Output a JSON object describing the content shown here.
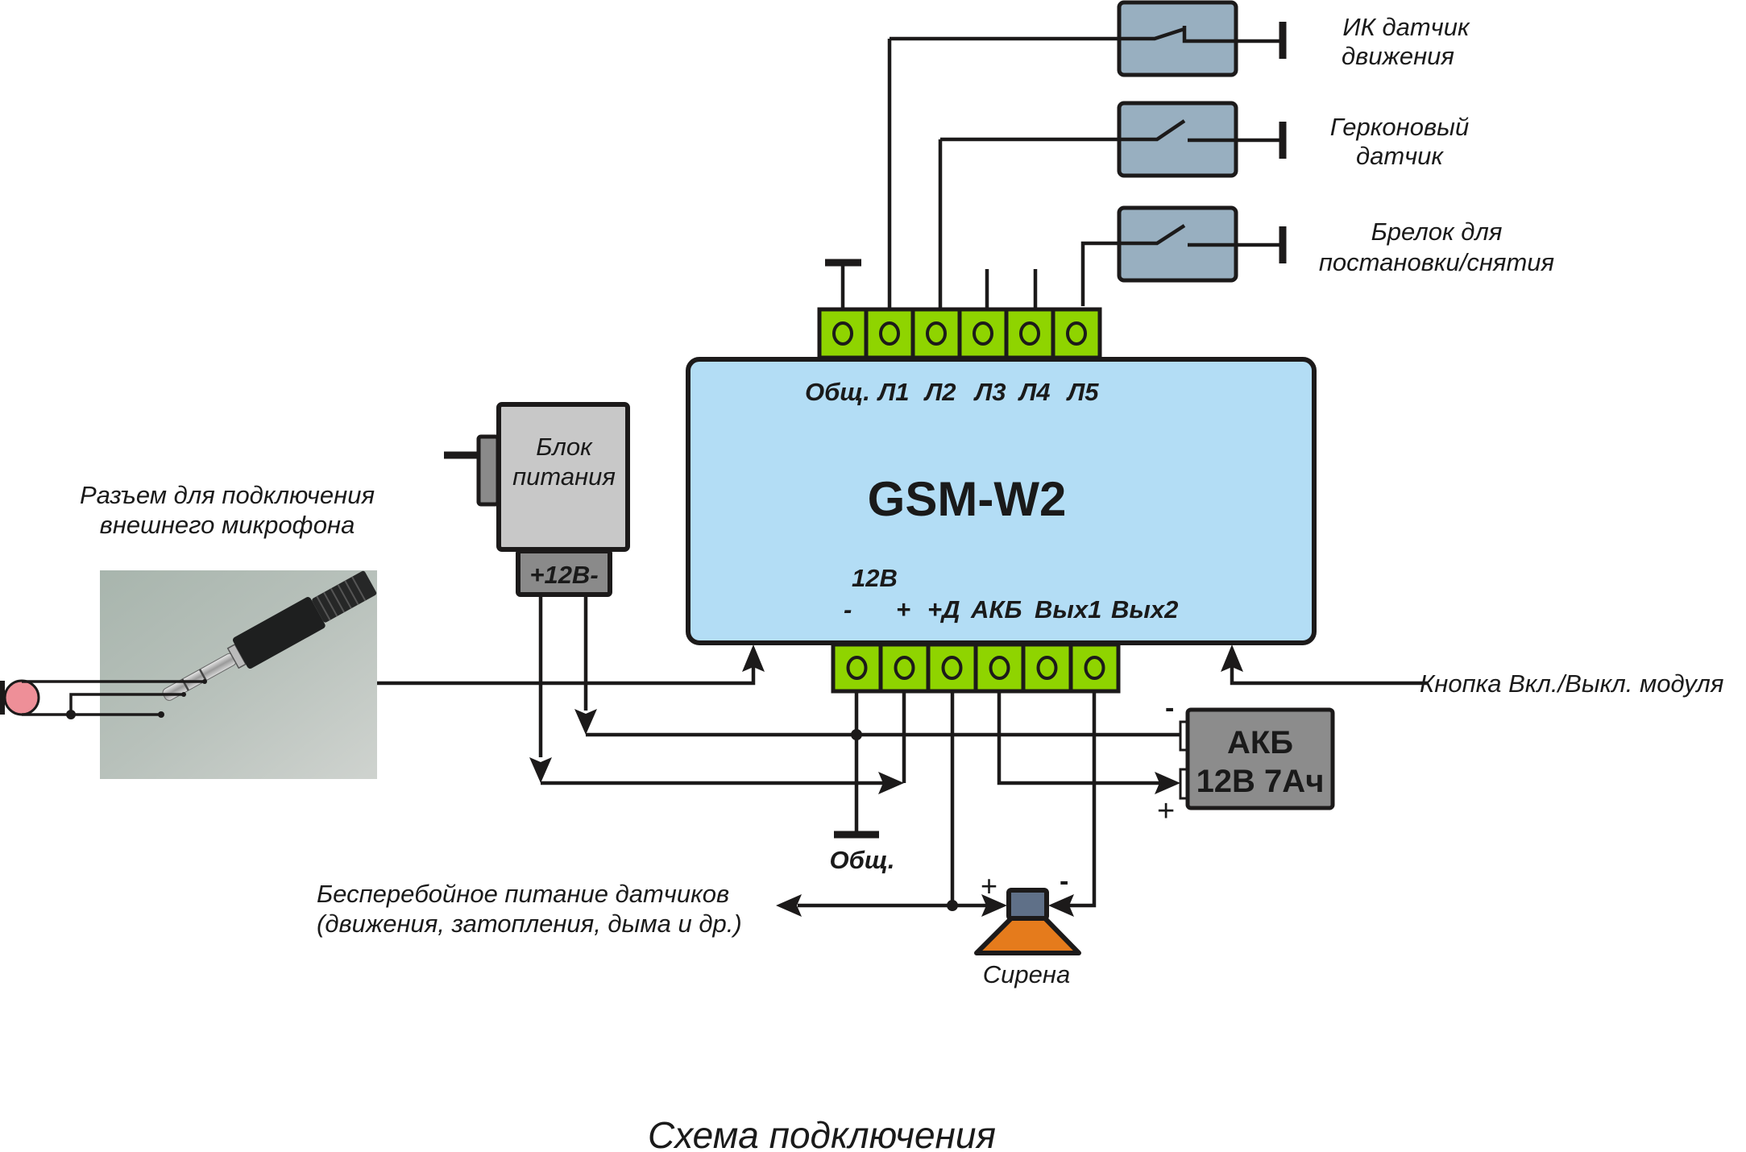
{
  "caption": "Схема подключения",
  "module": {
    "title": "GSM-W2",
    "top_terminals": [
      "Общ.",
      "Л1",
      "Л2",
      "Л3",
      "Л4",
      "Л5"
    ],
    "bottom_label_top": "12В",
    "bottom_terminals": [
      "-",
      "+",
      "+Д",
      "АКБ",
      "Вых1",
      "Вых2"
    ]
  },
  "sensors": [
    {
      "line1": "ИК датчик",
      "line2": "движения",
      "type": "pir"
    },
    {
      "line1": "Герконовый",
      "line2": "датчик",
      "type": "reed"
    },
    {
      "line1": "Брелок для",
      "line2": "постановки/снятия",
      "type": "keyfob"
    }
  ],
  "power_supply": {
    "line1": "Блок",
    "line2": "питания",
    "output_label": "+12В-"
  },
  "microphone": {
    "line1": "Разъем для подключения",
    "line2": "внешнего микрофона"
  },
  "battery": {
    "line1": "АКБ",
    "line2": "12В 7Ач",
    "minus": "-",
    "plus": "+"
  },
  "ground_label": "Общ.",
  "siren": {
    "label": "Сирена",
    "plus": "+",
    "minus": "-"
  },
  "ups_label": {
    "line1": "Бесперебойное питание датчиков",
    "line2": "(движения, затопления, дыма и др.)"
  },
  "button_label": "Кнопка Вкл./Выкл. модуля",
  "colors": {
    "module_fill": "#b3ddf5",
    "terminal_fill": "#8fd400",
    "sensor_fill": "#98afc0",
    "psu_fill": "#c8c8c8",
    "psu_label_fill": "#8a8a8a",
    "battery_fill": "#8c8c8c",
    "siren_body": "#e57b1c",
    "siren_head": "#5f7088",
    "mic_fill": "#ee8f98",
    "wire": "#1c1a1a"
  }
}
